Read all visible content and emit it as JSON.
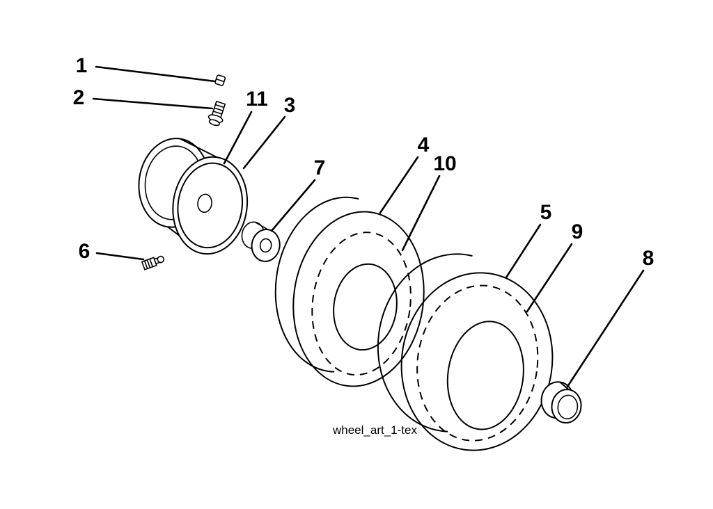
{
  "figure": {
    "caption": "wheel_art_1-tex",
    "colors": {
      "ink": "#000000",
      "background": "#ffffff"
    },
    "callouts": [
      {
        "label": "1"
      },
      {
        "label": "2"
      },
      {
        "label": "3"
      },
      {
        "label": "4"
      },
      {
        "label": "5"
      },
      {
        "label": "6"
      },
      {
        "label": "7"
      },
      {
        "label": "8"
      },
      {
        "label": "9"
      },
      {
        "label": "10"
      },
      {
        "label": "11"
      }
    ]
  }
}
